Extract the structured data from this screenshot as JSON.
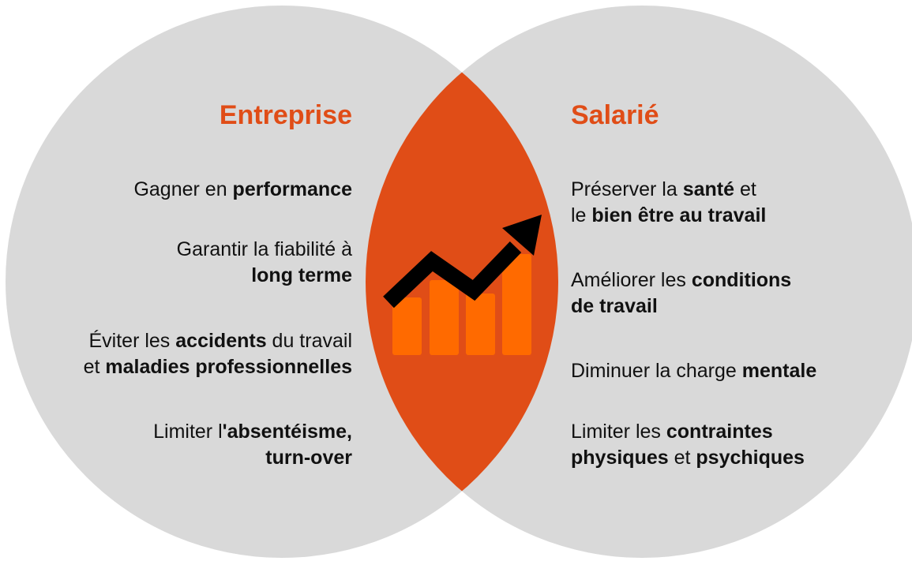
{
  "colors": {
    "circle": "#d9d9d9",
    "intersection": "#e04d17",
    "bars": "#ff6a00",
    "arrow": "#000000",
    "title": "#e04d17",
    "text": "#111111"
  },
  "icon": "growth-chart-icon",
  "left": {
    "title": "Entreprise",
    "items": [
      {
        "lines": [
          [
            {
              "t": "Gagner en ",
              "b": false
            },
            {
              "t": "performance",
              "b": true
            }
          ]
        ]
      },
      {
        "lines": [
          [
            {
              "t": "Garantir la fiabilité à",
              "b": false
            }
          ],
          [
            {
              "t": "long terme",
              "b": true
            }
          ]
        ]
      },
      {
        "lines": [
          [
            {
              "t": "Éviter les ",
              "b": false
            },
            {
              "t": "accidents",
              "b": true
            },
            {
              "t": " du travail",
              "b": false
            }
          ],
          [
            {
              "t": "et ",
              "b": false
            },
            {
              "t": "maladies professionnelles",
              "b": true
            }
          ]
        ]
      },
      {
        "lines": [
          [
            {
              "t": "Limiter l",
              "b": false
            },
            {
              "t": "'absentéisme,",
              "b": true
            }
          ],
          [
            {
              "t": "turn-over",
              "b": true
            }
          ]
        ]
      }
    ]
  },
  "right": {
    "title": "Salarié",
    "items": [
      {
        "lines": [
          [
            {
              "t": "Préserver la ",
              "b": false
            },
            {
              "t": "santé",
              "b": true
            },
            {
              "t": " et",
              "b": false
            }
          ],
          [
            {
              "t": "le ",
              "b": false
            },
            {
              "t": "bien être au travail",
              "b": true
            }
          ]
        ]
      },
      {
        "lines": [
          [
            {
              "t": "Améliorer les ",
              "b": false
            },
            {
              "t": "conditions",
              "b": true
            }
          ],
          [
            {
              "t": "de travail",
              "b": true
            }
          ]
        ]
      },
      {
        "lines": [
          [
            {
              "t": "Diminuer la charge ",
              "b": false
            },
            {
              "t": "mentale",
              "b": true
            }
          ]
        ]
      },
      {
        "lines": [
          [
            {
              "t": "Limiter les ",
              "b": false
            },
            {
              "t": "contraintes",
              "b": true
            }
          ],
          [
            {
              "t": "physiques",
              "b": true
            },
            {
              "t": " et ",
              "b": false
            },
            {
              "t": "psychiques",
              "b": true
            }
          ]
        ]
      }
    ]
  }
}
